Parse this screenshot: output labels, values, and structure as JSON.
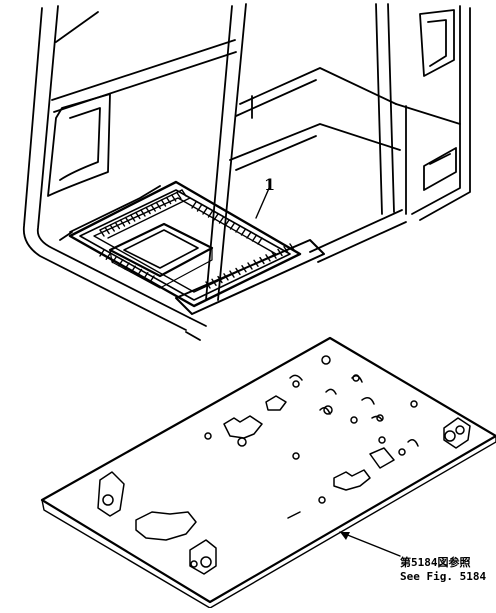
{
  "callouts": [
    {
      "number": "1"
    }
  ],
  "reference": {
    "line1": "第5184図参照",
    "line2": "See Fig. 5184"
  }
}
